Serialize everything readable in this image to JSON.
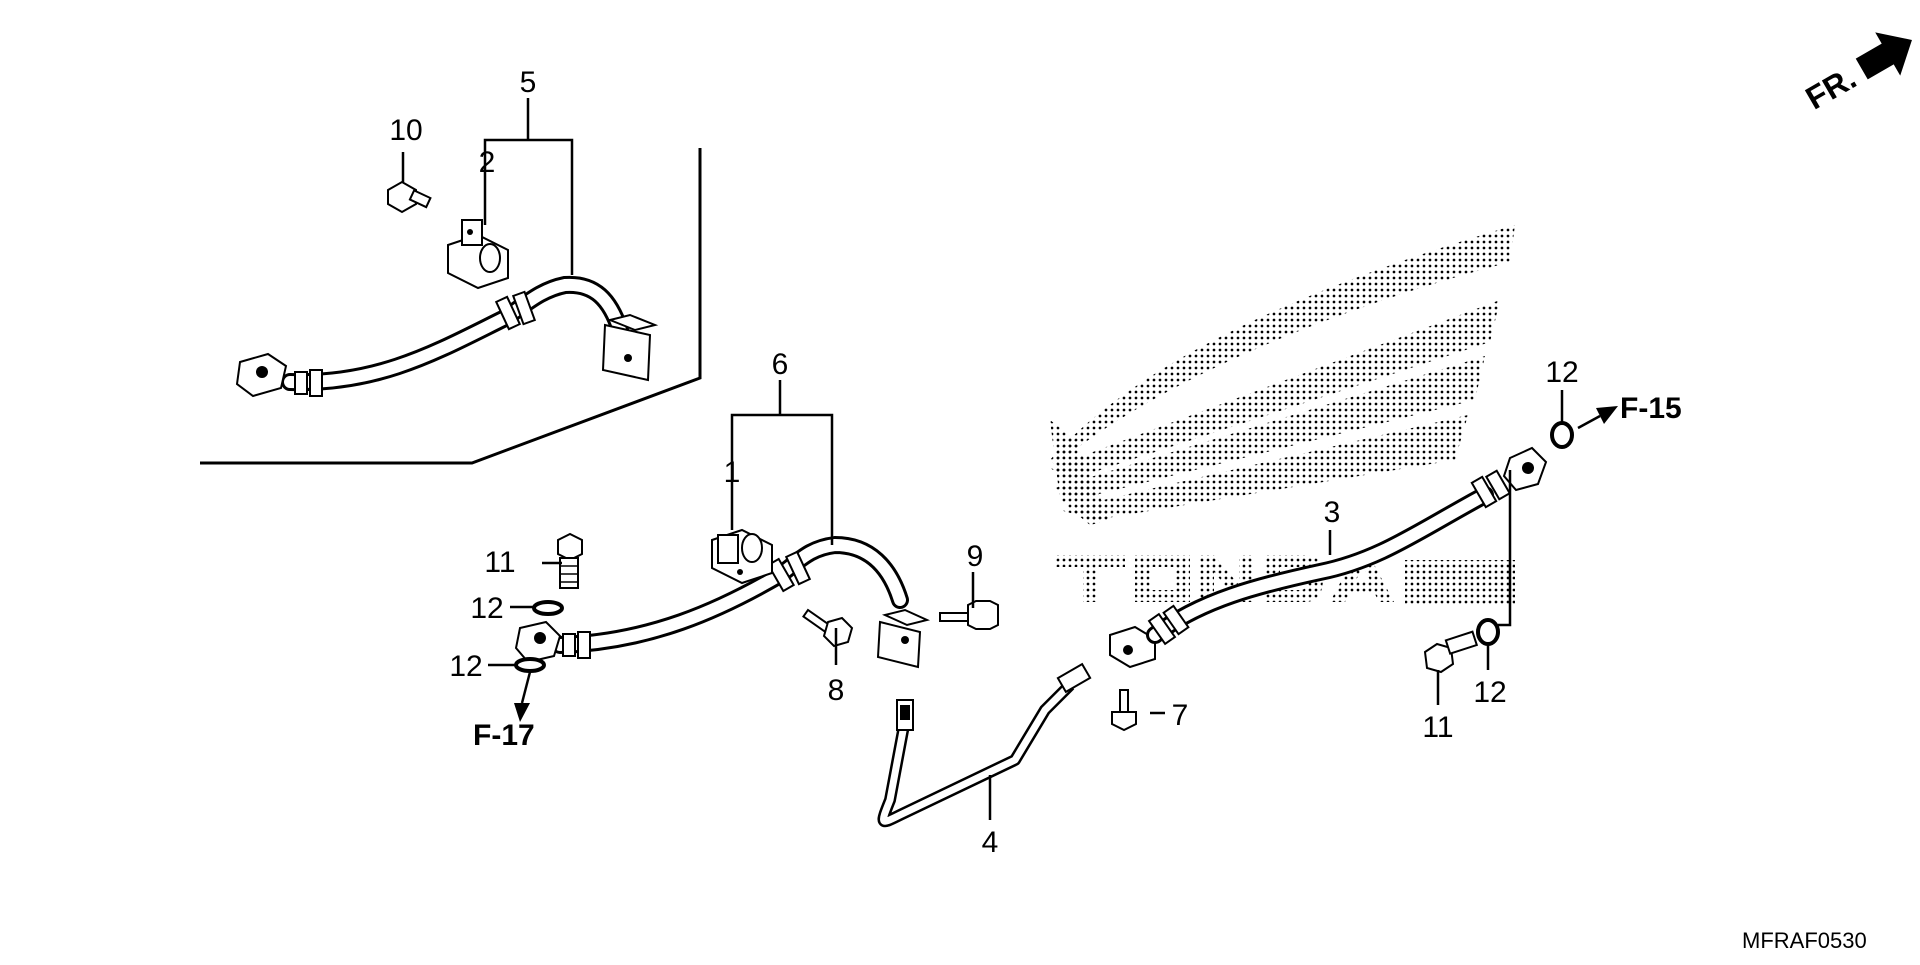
{
  "diagram": {
    "callouts": {
      "c1": "1",
      "c2": "2",
      "c3": "3",
      "c4": "4",
      "c5": "5",
      "c6": "6",
      "c7": "7",
      "c8": "8",
      "c9": "9",
      "c10": "10",
      "c11a": "11",
      "c11b": "11",
      "c12a": "12",
      "c12b": "12",
      "c12c": "12",
      "c12d": "12"
    },
    "refs": {
      "f15": "F-15",
      "f17": "F-17"
    },
    "direction": "FR.",
    "code": "MFRAF0530",
    "icons": [
      "honda-wing-watermark",
      "direction-arrow-icon"
    ]
  }
}
